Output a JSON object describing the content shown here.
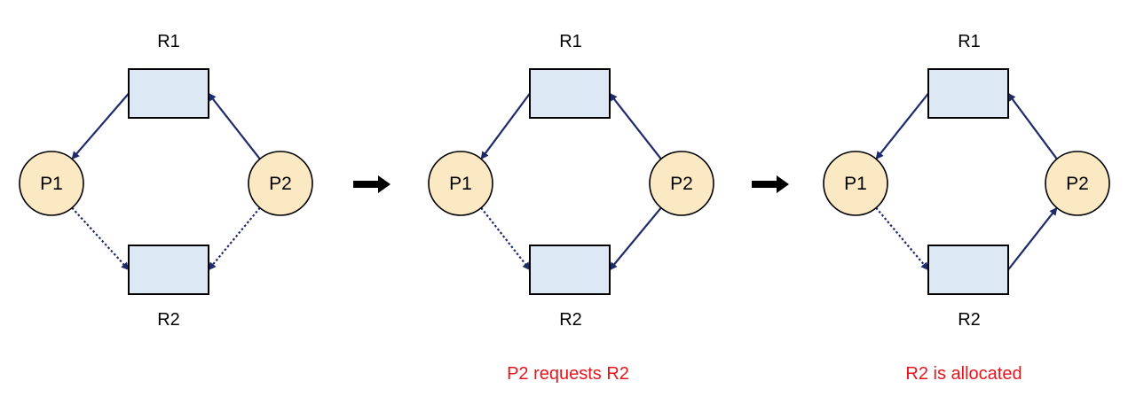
{
  "colors": {
    "resource_fill": "#dde8f5",
    "resource_stroke": "#000000",
    "process_fill": "#fbe9c4",
    "process_stroke": "#000000",
    "edge": "#1f2a6b",
    "caption": "#e8141c",
    "step_arrow": "#000000"
  },
  "panels": [
    {
      "r1_label": "R1",
      "r2_label": "R2",
      "p1_label": "P1",
      "p2_label": "P2",
      "caption": "",
      "edges": [
        {
          "from": "R1",
          "to": "P1",
          "style": "solid"
        },
        {
          "from": "P2",
          "to": "R1",
          "style": "solid"
        },
        {
          "from": "P1",
          "to": "R2",
          "style": "dotted"
        },
        {
          "from": "P2",
          "to": "R2",
          "style": "dotted"
        }
      ]
    },
    {
      "r1_label": "R1",
      "r2_label": "R2",
      "p1_label": "P1",
      "p2_label": "P2",
      "caption": "P2 requests R2",
      "edges": [
        {
          "from": "R1",
          "to": "P1",
          "style": "solid"
        },
        {
          "from": "P2",
          "to": "R1",
          "style": "solid"
        },
        {
          "from": "P1",
          "to": "R2",
          "style": "dotted"
        },
        {
          "from": "P2",
          "to": "R2",
          "style": "solid"
        }
      ]
    },
    {
      "r1_label": "R1",
      "r2_label": "R2",
      "p1_label": "P1",
      "p2_label": "P2",
      "caption": "R2 is allocated",
      "edges": [
        {
          "from": "R1",
          "to": "P1",
          "style": "solid"
        },
        {
          "from": "P2",
          "to": "R1",
          "style": "solid"
        },
        {
          "from": "P1",
          "to": "R2",
          "style": "dotted"
        },
        {
          "from": "R2",
          "to": "P2",
          "style": "solid"
        }
      ]
    }
  ]
}
